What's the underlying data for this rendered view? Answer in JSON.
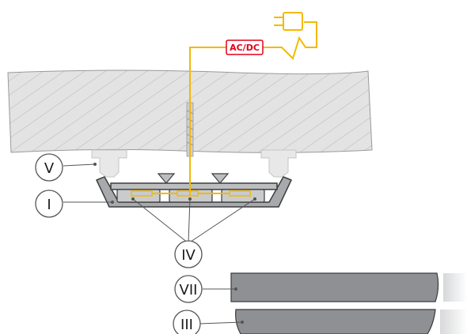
{
  "diagram": {
    "power_unit_label": "AC/DC",
    "callouts": {
      "mounting_clip": "V",
      "profile": "I",
      "led_strips": "IV",
      "diffuser_flat": "VII",
      "diffuser_round": "III"
    },
    "colors": {
      "cable": "#f5b800",
      "power_unit": "#e2001a",
      "ceiling_hatch": "#b9b9b9",
      "profile": "#a7a9ac",
      "diffuser": "#8e9094"
    }
  }
}
